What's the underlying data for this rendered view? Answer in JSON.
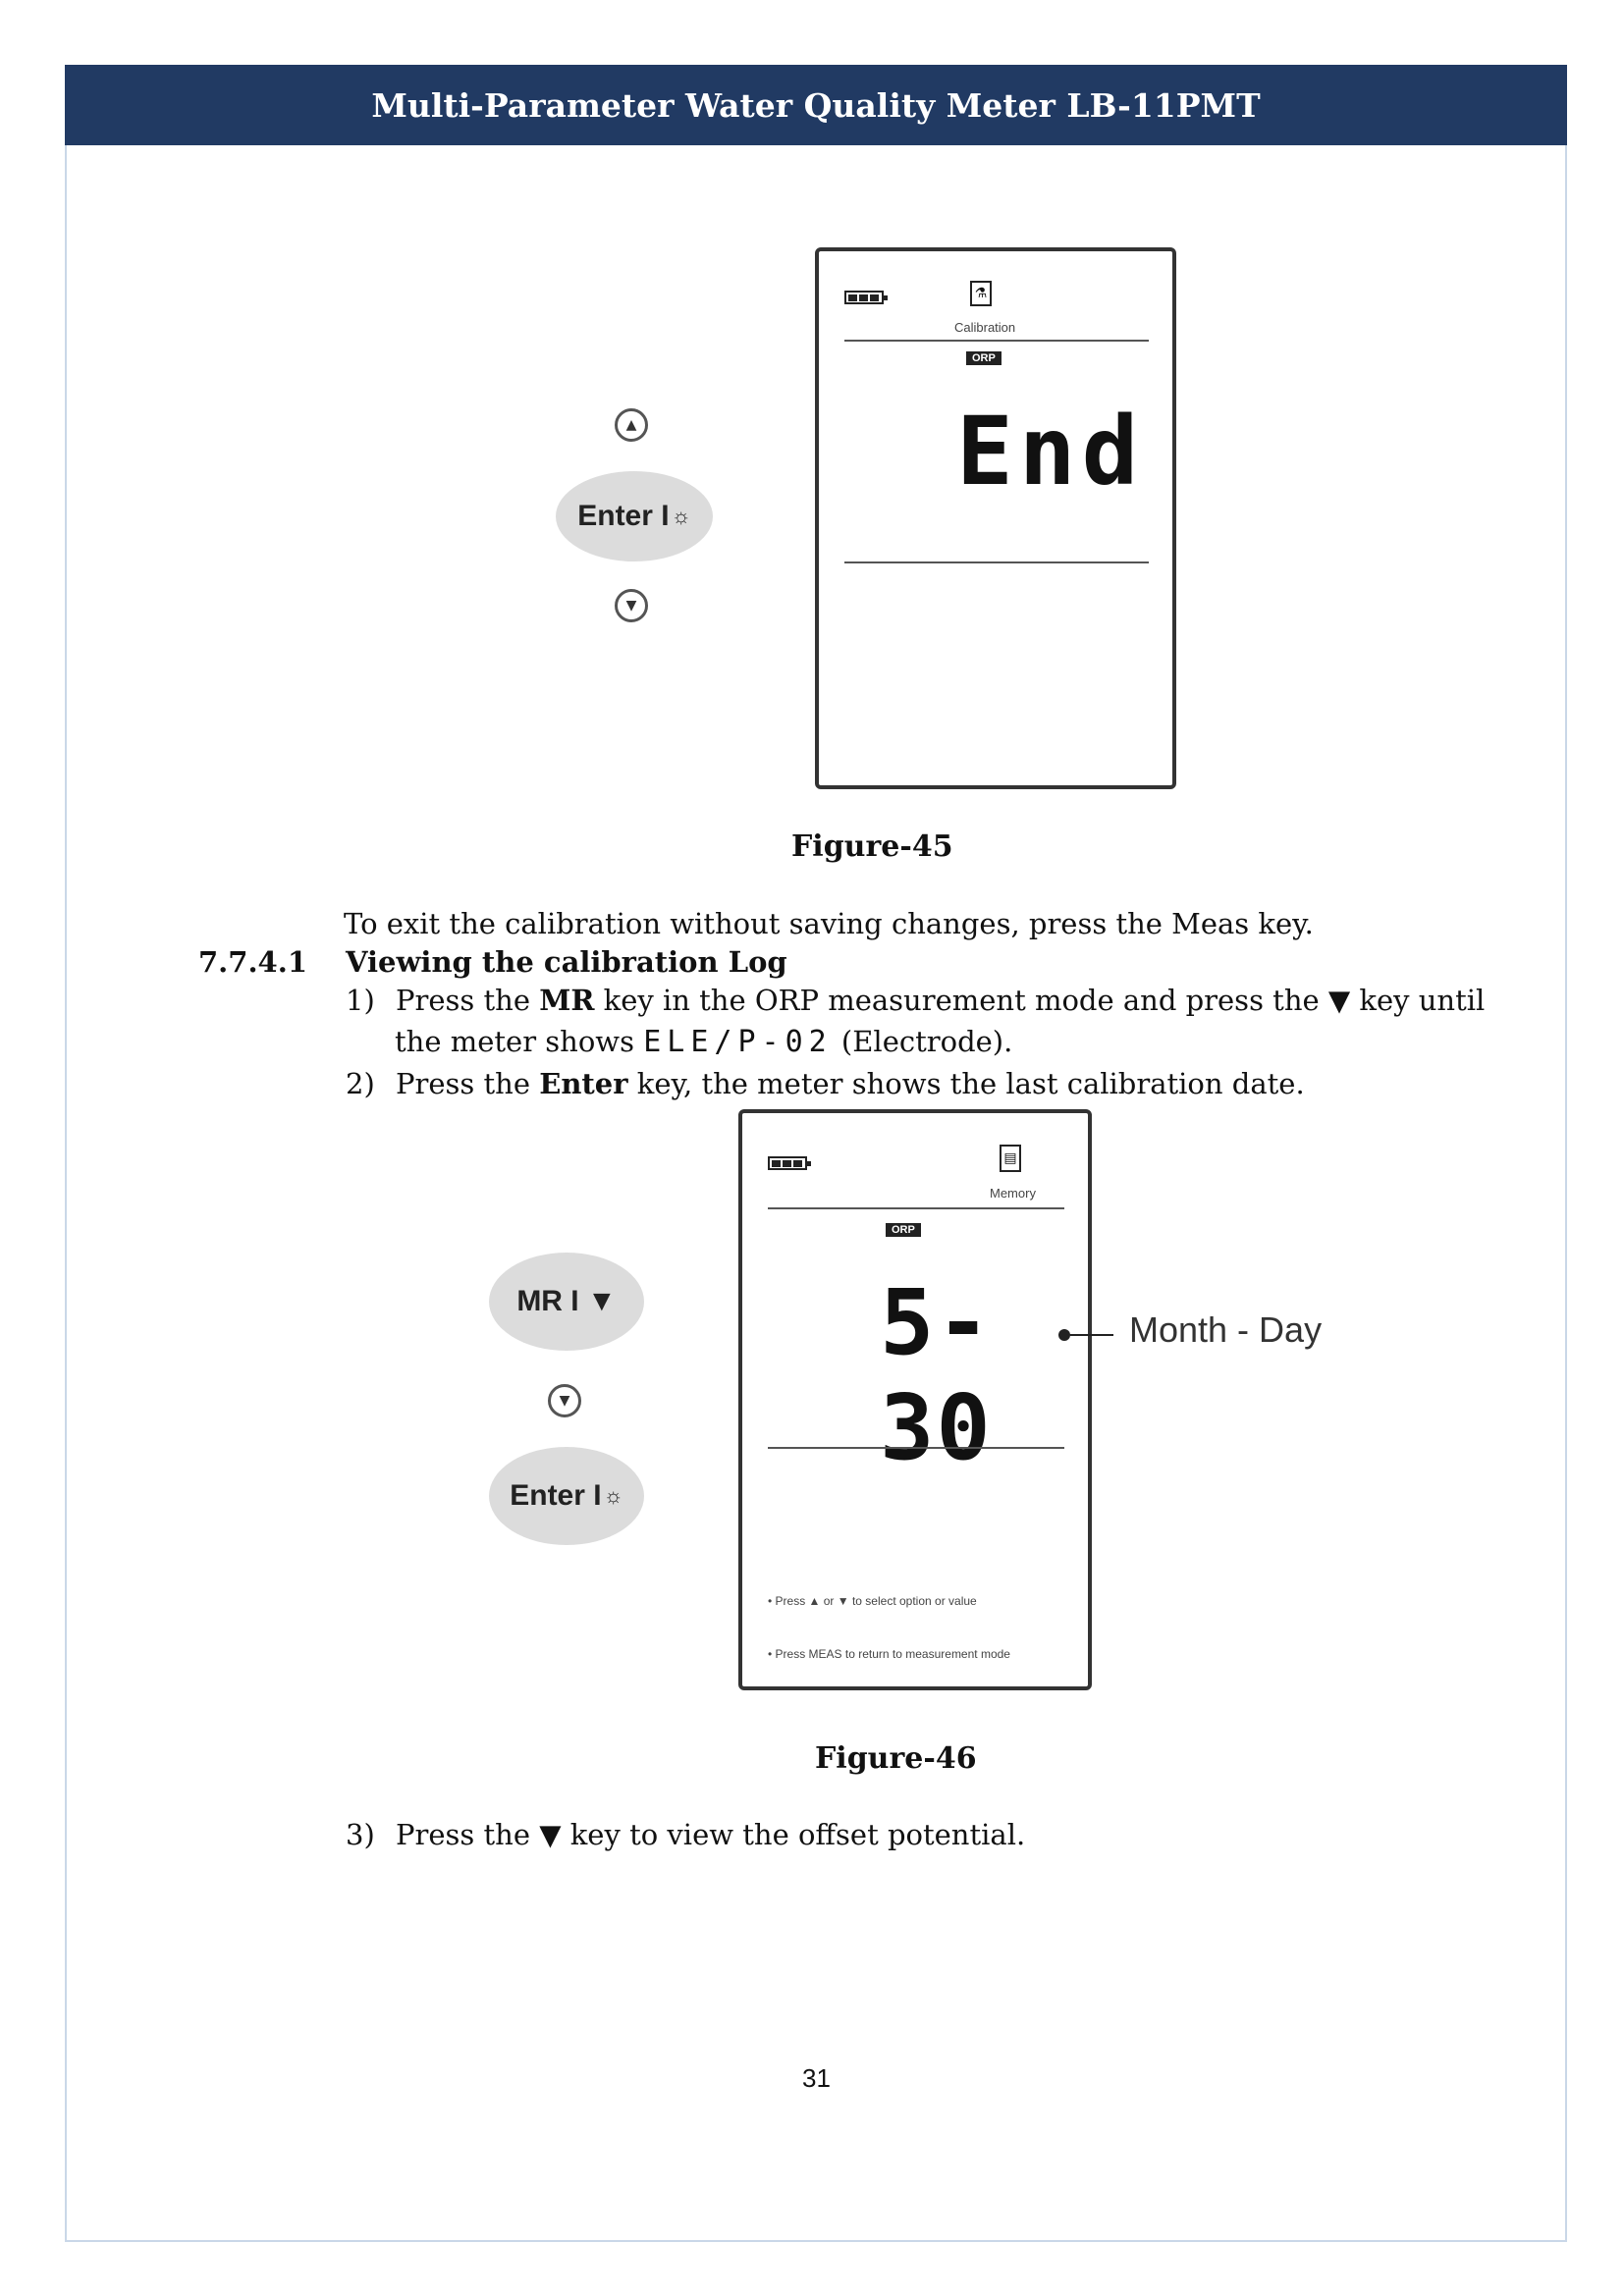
{
  "header": {
    "title": "Multi-Parameter Water Quality Meter LB-11PMT"
  },
  "figure45": {
    "caption": "Figure-45",
    "mode_label": "Calibration",
    "param_tag": "ORP",
    "display_text": "End",
    "buttons": {
      "enter_label": "Enter I"
    }
  },
  "exit_note": "To exit the calibration without saving changes, press the Meas key.",
  "section": {
    "number": "7.7.4.1",
    "title": "Viewing the calibration Log"
  },
  "steps": [
    {
      "num": "1)",
      "pre": "Press the ",
      "bold": "MR",
      "post": " key in the ORP measurement mode and press the ▼ key until"
    },
    {
      "cont_pre": "the meter shows ",
      "lcd_code": "ELE/P-02",
      "cont_post": " (Electrode)."
    },
    {
      "num": "2)",
      "pre": "Press the ",
      "bold": "Enter",
      "post": " key, the meter shows the last calibration date."
    },
    {
      "num": "3)",
      "text": "Press the ▼ key to view the offset potential."
    }
  ],
  "figure46": {
    "caption": "Figure-46",
    "mode_label": "Memory",
    "param_tag": "ORP",
    "display_text": "5-30",
    "callout": "Month - Day",
    "buttons": {
      "mr_label": "MR I ▼",
      "enter_label": "Enter I"
    },
    "hints": [
      "• Press ▲ or ▼ to select option or value",
      "• Press MEAS to return to measurement mode"
    ]
  },
  "page_number": "31"
}
